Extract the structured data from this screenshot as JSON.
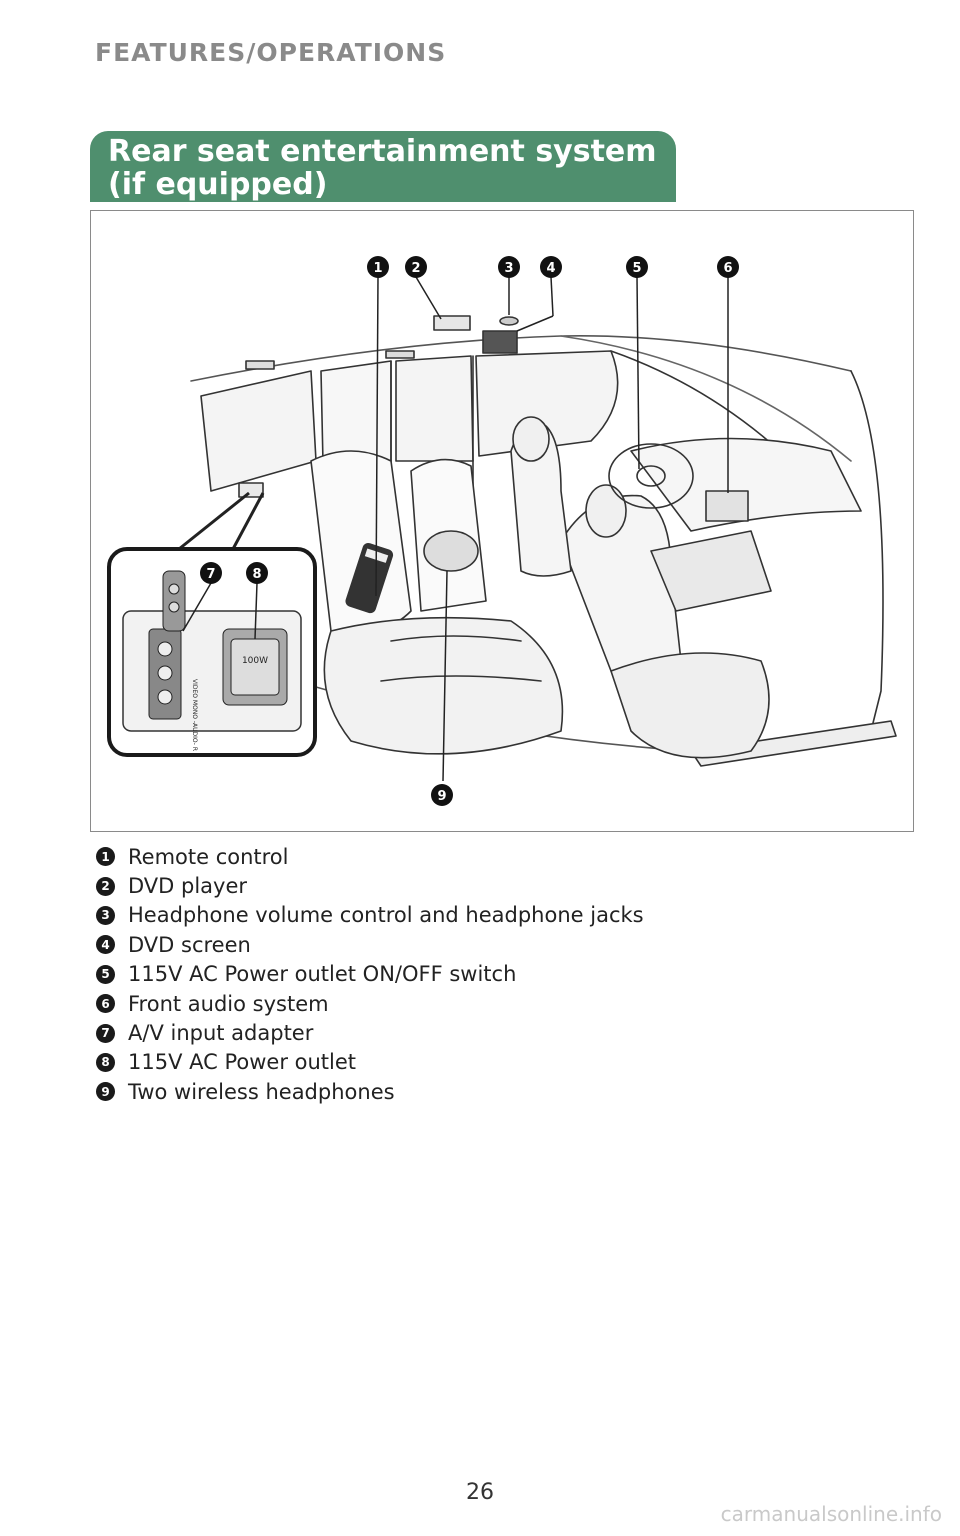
{
  "header": {
    "section_label": "FEATURES/OPERATIONS"
  },
  "title": {
    "line1": "Rear seat entertainment system",
    "line2": "(if equipped)"
  },
  "figure": {
    "callouts": [
      "1",
      "2",
      "3",
      "4",
      "5",
      "6",
      "7",
      "8",
      "9"
    ],
    "inset_text": {
      "jacks_label": "VIDEO MONO -AUDIO- R",
      "outlet_label": "100W"
    }
  },
  "legend": [
    {
      "num": "1",
      "text": "Remote control"
    },
    {
      "num": "2",
      "text": "DVD player"
    },
    {
      "num": "3",
      "text": "Headphone volume control and headphone jacks"
    },
    {
      "num": "4",
      "text": "DVD screen"
    },
    {
      "num": "5",
      "text": "115V AC Power outlet ON/OFF switch"
    },
    {
      "num": "6",
      "text": "Front audio system"
    },
    {
      "num": "7",
      "text": "A/V input adapter"
    },
    {
      "num": "8",
      "text": "115V AC Power outlet"
    },
    {
      "num": "9",
      "text": "Two wireless headphones"
    }
  ],
  "footer": {
    "page_number": "26",
    "watermark": "carmanualsonline.info"
  },
  "colors": {
    "accent": "#4f8f6e",
    "section_label": "#8a8a8a",
    "figure_border": "#8a8a8a"
  }
}
